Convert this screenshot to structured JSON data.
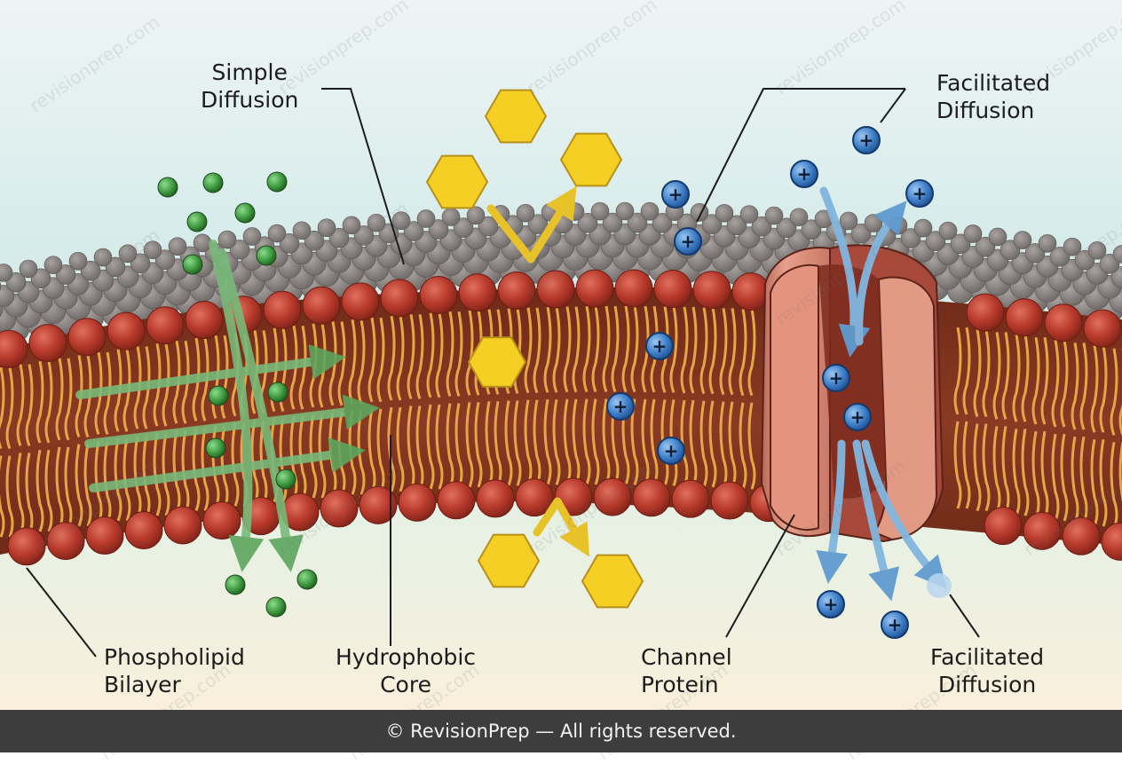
{
  "labels": {
    "simple_diffusion": [
      "Simple",
      "Diffusion"
    ],
    "facilitated_diffusion_top": [
      "Facilitated",
      "Diffusion"
    ],
    "phospholipid_bilayer": [
      "Phospholipid",
      "Bilayer"
    ],
    "hydrophobic_core": [
      "Hydrophobic",
      "Core"
    ],
    "channel_protein": [
      "Channel",
      "Protein"
    ],
    "facilitated_diffusion_bottom": [
      "Facilitated",
      "Diffusion"
    ]
  },
  "ion_symbol": "+",
  "watermark": "revisionprep.com",
  "footer": "© RevisionPrep — All rights reserved.",
  "colors": {
    "head": "#b83a2c",
    "tail": "#e8a548",
    "core": "#7a2f1c",
    "small_molecule": "#3f9a3f",
    "hexagon": "#f5cf24",
    "ion": "#3f7fc8",
    "channel": "#dd8d79",
    "arrow_green": "#6fb26f",
    "arrow_yellow": "#e8c229",
    "arrow_blue": "#7fb4dd"
  }
}
